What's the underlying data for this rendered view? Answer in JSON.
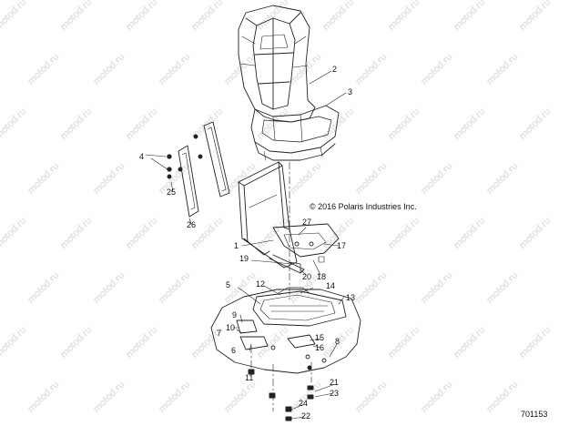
{
  "diagram": {
    "copyright": "© 2016 Polaris Industries Inc.",
    "drawing_number": "701153",
    "watermark": "motod.ru",
    "callouts": [
      "1",
      "2",
      "3",
      "4",
      "5",
      "6",
      "7",
      "8",
      "9",
      "10",
      "11",
      "12",
      "13",
      "14",
      "15",
      "16",
      "17",
      "18",
      "19",
      "20",
      "21",
      "22",
      "23",
      "24",
      "25",
      "26",
      "27"
    ]
  }
}
